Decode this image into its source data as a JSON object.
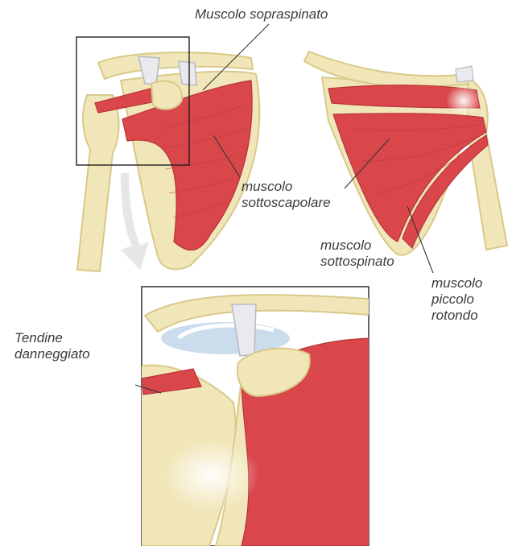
{
  "labels": {
    "supraspinatus": "Muscolo sopraspinato",
    "subscapularis": [
      "muscolo",
      "sottoscapolare"
    ],
    "infraspinatus": [
      "muscolo",
      "sottospinato"
    ],
    "teres_minor": [
      "muscolo",
      "piccolo",
      "rotondo"
    ],
    "damaged_tendon": [
      "Tendine",
      "danneggiato"
    ]
  },
  "colors": {
    "bone": "#f1e6b8",
    "bone_outline": "#d8c98a",
    "muscle": "#d9474b",
    "muscle_dark": "#b8323a",
    "tendon": "#e9e9ee",
    "leader_line": "#333333",
    "arrow": "#e6e6e6"
  }
}
